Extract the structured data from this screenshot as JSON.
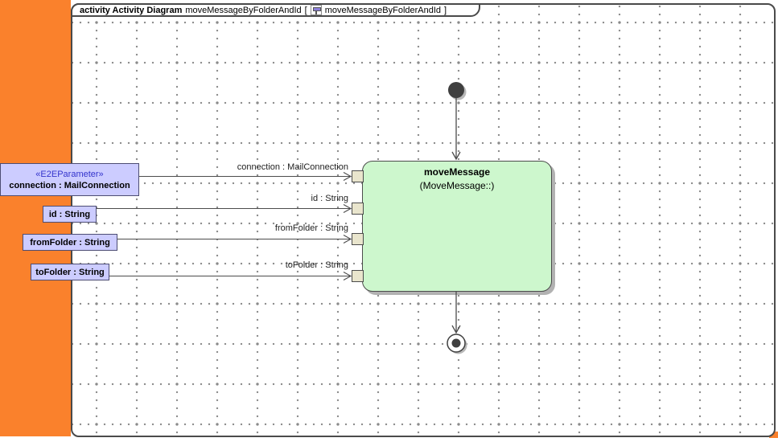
{
  "colors": {
    "orange": "#fa812c",
    "frame_border": "#4a4a4a",
    "grid_dot": "#8a8a8a",
    "activity_fill": "#cdf7cd",
    "activity_border": "#4c4c4c",
    "shadow": "#b2b2b2",
    "param_fill": "#ccccff",
    "param_border": "#4d4d73",
    "stereotype_text": "#3333cc",
    "pin_fill": "#e9e5cd",
    "edge": "#4c4c4c"
  },
  "tab": {
    "kind": "activity Activity Diagram",
    "name": "moveMessageByFolderAndId",
    "open_bracket": "[",
    "icon": "activity-diagram-icon",
    "ref_name": "moveMessageByFolderAndId",
    "close_bracket": "]"
  },
  "parameters": [
    {
      "stereotype": "«E2EParameter»",
      "name": "connection : MailConnection",
      "pin_label": "connection : MailConnection"
    },
    {
      "name": "id : String",
      "pin_label": "id : String"
    },
    {
      "name": "fromFolder : String",
      "pin_label": "fromFolder : String"
    },
    {
      "name": "toFolder : String",
      "pin_label": "toFolder : String"
    }
  ],
  "action": {
    "name": "moveMessage",
    "behavior": "(MoveMessage::)"
  }
}
